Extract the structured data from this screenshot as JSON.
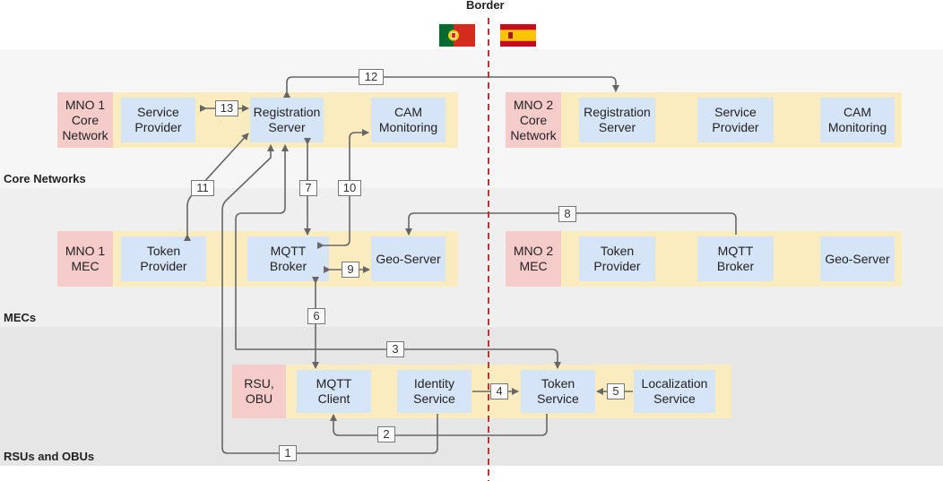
{
  "border_title": "Border",
  "flags": {
    "left": "portugal-flag",
    "right": "spain-flag"
  },
  "colors": {
    "component": "#d6e4f7",
    "network_label": "#f6cccb",
    "network_area": "#fbecc0",
    "border_line": "#b23a36",
    "arrow": "#666666"
  },
  "bands": {
    "core": "Core Networks",
    "mec": "MECs",
    "rsu": "RSUs and OBUs"
  },
  "mno1_core": {
    "label": "MNO 1\nCore\nNetwork",
    "service_provider": "Service\nProvider",
    "registration_server": "Registration\nServer",
    "cam_monitoring": "CAM\nMonitoring"
  },
  "mno2_core": {
    "label": "MNO 2\nCore\nNetwork",
    "registration_server": "Registration\nServer",
    "service_provider": "Service\nProvider",
    "cam_monitoring": "CAM\nMonitoring"
  },
  "mno1_mec": {
    "label": "MNO 1\nMEC",
    "token_provider": "Token\nProvider",
    "mqtt_broker": "MQTT\nBroker",
    "geo_server": "Geo-Server"
  },
  "mno2_mec": {
    "label": "MNO 2\nMEC",
    "token_provider": "Token\nProvider",
    "mqtt_broker": "MQTT\nBroker",
    "geo_server": "Geo-Server"
  },
  "rsu_obu": {
    "label": "RSU,\nOBU",
    "mqtt_client": "MQTT\nClient",
    "identity_service": "Identity\nService",
    "token_service": "Token\nService",
    "localization_service": "Localization\nService"
  },
  "steps": [
    "1",
    "2",
    "3",
    "4",
    "5",
    "6",
    "7",
    "8",
    "9",
    "10",
    "11",
    "12",
    "13"
  ]
}
